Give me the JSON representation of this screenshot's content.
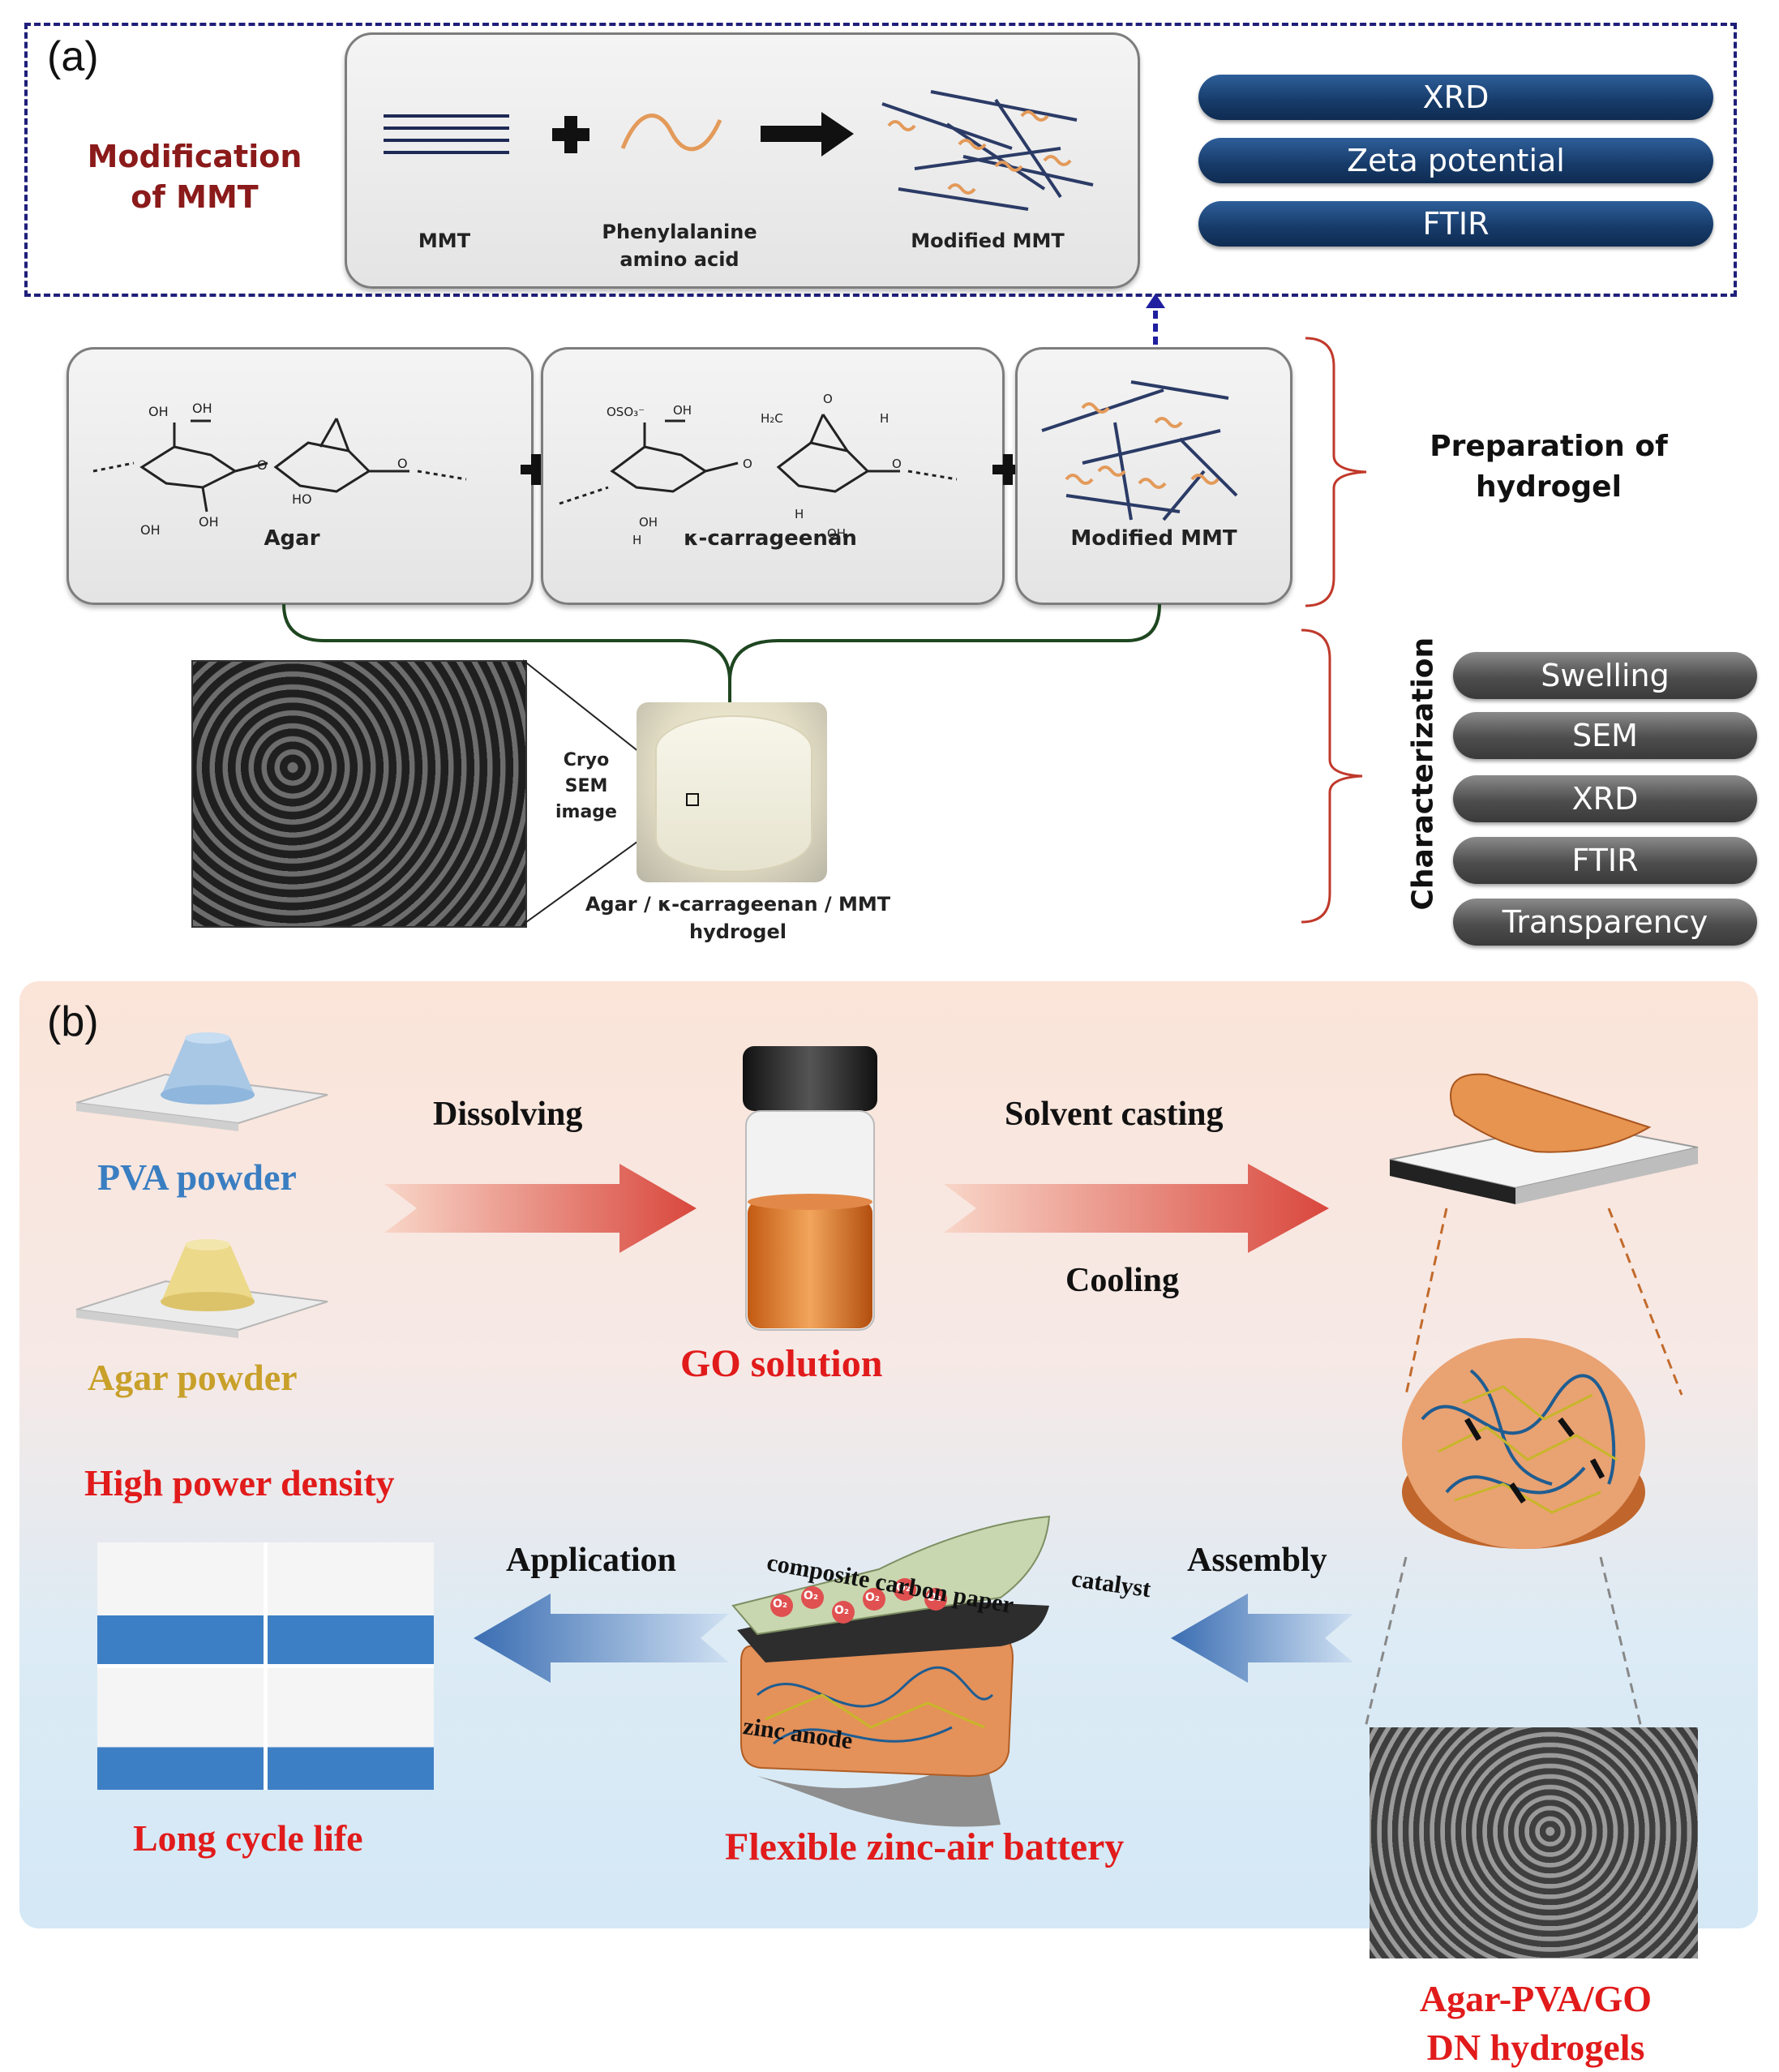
{
  "panel_a": {
    "label": "(a)",
    "modification_title": [
      "Modification",
      "of MMT"
    ],
    "mmt_label": "MMT",
    "amino_acid_label": [
      "Phenylalanine",
      "amino acid"
    ],
    "modified_mmt_label": "Modified MMT",
    "methods_top": [
      "XRD",
      "Zeta potential",
      "FTIR"
    ],
    "agar_label": "Agar",
    "carrageenan_label": "κ-carrageenan",
    "modified_mmt_label_2": "Modified MMT",
    "preparation_title": [
      "Preparation of",
      "hydrogel"
    ],
    "cryo_label": [
      "Cryo",
      "SEM",
      "image"
    ],
    "hydrogel_label": [
      "Agar / κ-carrageenan / MMT",
      "hydrogel"
    ],
    "characterization_title": "Characterization",
    "methods_bottom": [
      "Swelling",
      "SEM",
      "XRD",
      "FTIR",
      "Transparency"
    ],
    "colors": {
      "dash_border": "#1f1f7a",
      "title_red": "#8b1a1a",
      "bracket": "#c0392b",
      "connector": "#1e4620"
    }
  },
  "panel_b": {
    "label": "(b)",
    "pva_powder": "PVA powder",
    "agar_powder": "Agar powder",
    "dissolving": "Dissolving",
    "go_solution": "GO solution",
    "solvent_casting": "Solvent casting",
    "cooling": "Cooling",
    "dn_hydrogels": [
      "Agar-PVA/GO",
      "DN hydrogels"
    ],
    "assembly": "Assembly",
    "composite_carbon_paper": "composite carbon paper",
    "catalyst": "catalyst",
    "zinc_anode": "zinc anode",
    "o2_labels": [
      "O₂",
      "O₂",
      "O₂",
      "O₂",
      "O₂",
      "O₂"
    ],
    "flexible_battery": "Flexible zinc-air battery",
    "application": "Application",
    "high_power_density": "High power density",
    "long_cycle_life": "Long cycle life",
    "colors": {
      "pva_blue": "#3a7ec2",
      "agar_gold": "#c8a02a",
      "red_text": "#e11b1b",
      "bg_top": "#fbe4d8",
      "bg_bottom": "#d4e8f6"
    }
  }
}
